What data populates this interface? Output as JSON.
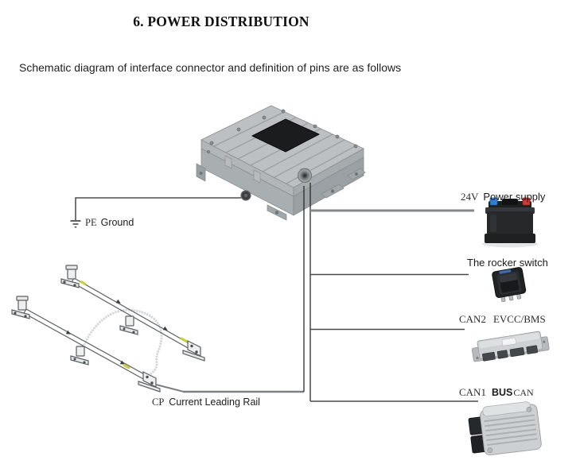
{
  "page": {
    "title": "6. POWER DISTRIBUTION",
    "intro": "Schematic diagram of interface connector and definition of pins are as follows"
  },
  "labels": {
    "pe_ground": {
      "code": "PE",
      "name": "Ground"
    },
    "power_supply": {
      "code": "24V",
      "name": "Power supply"
    },
    "rocker_switch": {
      "name": "The rocker switch"
    },
    "can2": {
      "code": "CAN2",
      "name": "EVCC/BMS"
    },
    "can1": {
      "code": "CAN1",
      "bus": "BUS",
      "name": "CAN"
    },
    "cp_rail": {
      "code": "CP",
      "name": "Current Leading Rail"
    }
  },
  "icons": {
    "control_unit": "power-distribution-control-unit-image",
    "battery": "24v-battery-image",
    "rocker_switch": "rocker-switch-image",
    "can2_module": "evcc-bms-controller-module-image",
    "can1_ecu": "can-bus-ecu-image",
    "rail": "current-leading-rail-assembly-image",
    "ground": "earth-ground-icon"
  },
  "colors": {
    "line": "#2b2b2b",
    "thick_line": "#85888a",
    "battery_positive": "#cf3b33",
    "battery_negative": "#2f7fd6",
    "rail_mark": "#c8d03e",
    "device_gray": "#bcc0c2",
    "panel_black": "#1a1c1e"
  }
}
